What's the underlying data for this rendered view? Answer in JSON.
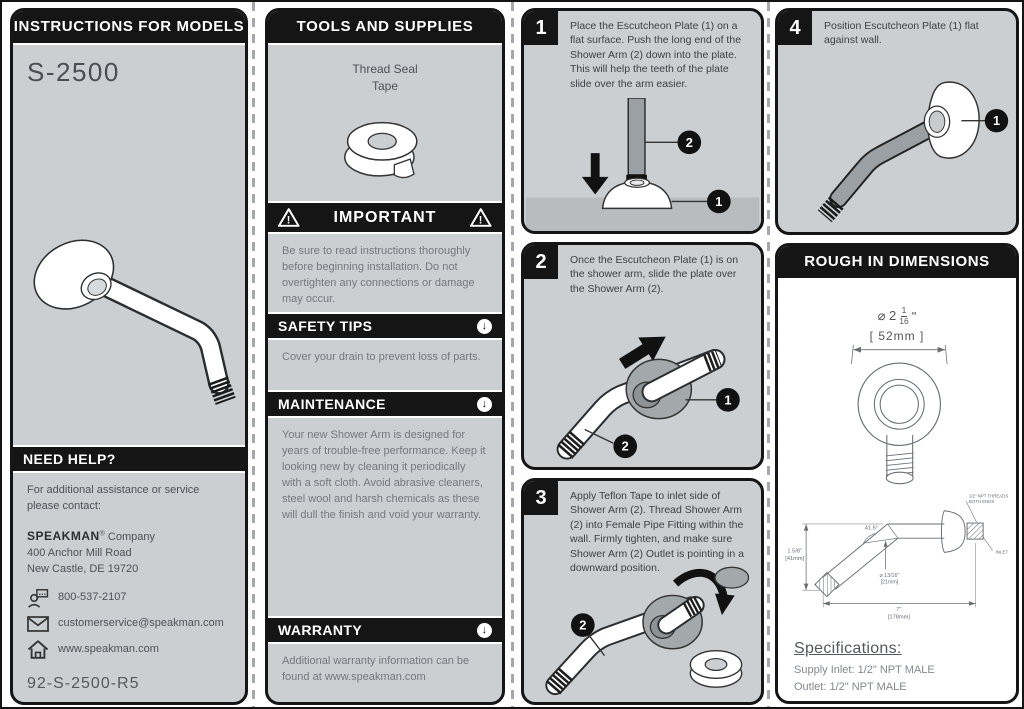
{
  "col1": {
    "header": "INSTRUCTIONS FOR MODELS",
    "model": "S-2500",
    "need_help_header": "NEED HELP?",
    "intro": "For additional assistance or service please contact:",
    "company_name": "SPEAKMAN",
    "company_reg": "®",
    "company_suffix": " Company",
    "address_line1": "400 Anchor Mill Road",
    "address_line2": "New Castle, DE 19720",
    "phone": "800-537-2107",
    "email": "customerservice@speakman.com",
    "website": "www.speakman.com",
    "doc_number": "92-S-2500-R5"
  },
  "col2": {
    "header": "TOOLS AND SUPPLIES",
    "tape_label_line1": "Thread Seal",
    "tape_label_line2": "Tape",
    "important_header": "IMPORTANT",
    "important_text": "Be sure to read instructions thoroughly before beginning installation. Do not overtighten any connections or damage may occur.",
    "safety_header": "SAFETY TIPS",
    "safety_text": "Cover your drain to prevent loss of parts.",
    "maintenance_header": "MAINTENANCE",
    "maintenance_text": "Your new Shower Arm is designed for years of trouble-free performance. Keep it looking new by cleaning it periodically with a soft cloth. Avoid abrasive cleaners, steel wool and harsh chemicals as these will dull the finish and void your warranty.",
    "warranty_header": "WARRANTY",
    "warranty_text": "Additional warranty information can be found at www.speakman.com"
  },
  "steps": [
    {
      "number": "1",
      "text": "Place the Escutcheon Plate (1) on a flat surface. Push the long end of the Shower Arm (2) down into the plate. This will help the teeth of the plate slide over the arm easier."
    },
    {
      "number": "2",
      "text": "Once the Escutcheon Plate (1) is on the shower arm, slide the plate over the Shower Arm (2)."
    },
    {
      "number": "3",
      "text": "Apply Teflon Tape to inlet side of Shower Arm (2). Thread Shower Arm (2) into Female Pipe Fitting within the wall. Firmly tighten, and make sure Shower Arm (2) Outlet is pointing in a downward position."
    },
    {
      "number": "4",
      "text": "Position Escutcheon Plate (1) flat against wall."
    }
  ],
  "callouts": {
    "part1": "1",
    "part2": "2"
  },
  "rough_in": {
    "header": "ROUGH IN DIMENSIONS",
    "front_dim_prefix": "⌀ 2",
    "front_dim_numerator": "1",
    "front_dim_denominator": "16",
    "front_dim_suffix": "\"",
    "front_dim_mm": "[ 52mm ]",
    "side_height_in": "1 5/8\"",
    "side_height_mm": "[41mm]",
    "side_angle": "41.5°",
    "side_pipe_dia_in": "⌀ 13/16\"",
    "side_pipe_dia_mm": "[21mm]",
    "side_length_in": "7\"",
    "side_length_mm": "[178mm]",
    "callout_threads_line1": "1/2\" NPT THREADS",
    "callout_threads_line2": "BOTH ENDS",
    "callout_inlet": "INLET",
    "specs_title": "Specifications:",
    "spec_line1": "Supply Inlet: 1/2\" NPT MALE",
    "spec_line2": "Outlet: 1/2\" NPT MALE"
  }
}
